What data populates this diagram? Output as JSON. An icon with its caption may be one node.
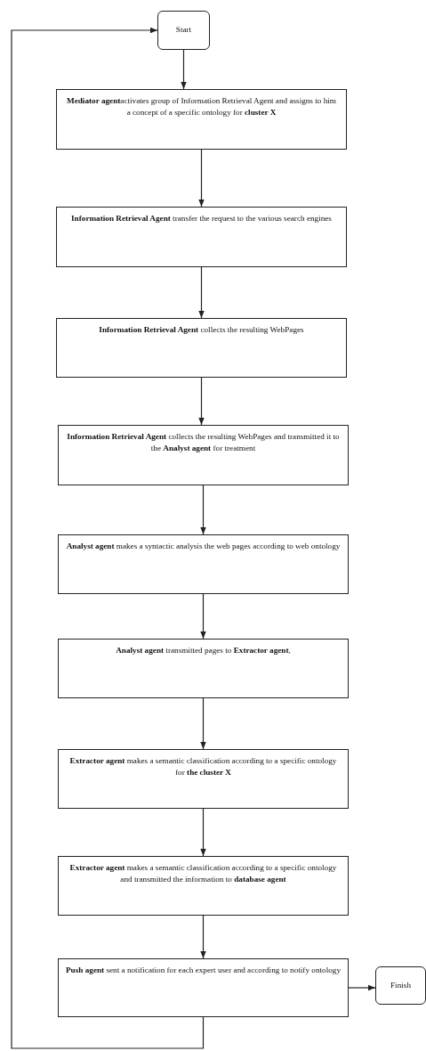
{
  "diagram": {
    "nodes": [
      {
        "text": [
          "Start"
        ]
      },
      {
        "text": [
          "**Mediator agent**activates group of Information Retrieval Agent and assigns to him a concept of a specific ontology for **cluster X**"
        ]
      },
      {
        "text": [
          "**Information Retrieval Agent** transfer the request to the various search engines"
        ]
      },
      {
        "text": [
          "**Information Retrieval Agent** collects the resulting WebPages"
        ]
      },
      {
        "text": [
          "**Information Retrieval Agent** collects the resulting WebPages and transmitted it to the **Analyst agent** for treatment"
        ]
      },
      {
        "text": [
          "**Analyst agent** makes a syntactic analysis the web pages according to web ontology"
        ]
      },
      {
        "text": [
          "**Analyst agent** transmitted pages to **Extractor agent**,"
        ]
      },
      {
        "text": [
          "**Extractor agent** makes a semantic classification according to a specific ontology for **the cluster X**"
        ]
      },
      {
        "text": [
          "**Extractor agent** makes a semantic classification according to a specific ontology and transmitted the information to **database agent**"
        ]
      },
      {
        "text": [
          "**Push agent** sent a notification for each expert user and according to notify ontology"
        ]
      },
      {
        "text": [
          "Finish"
        ]
      }
    ],
    "edges": [
      {
        "from": 0,
        "to": 1,
        "arrow": "to"
      },
      {
        "from": 1,
        "to": 2,
        "arrow": "to"
      },
      {
        "from": 2,
        "to": 3,
        "arrow": "to"
      },
      {
        "from": 3,
        "to": 4,
        "arrow": "to"
      },
      {
        "from": 4,
        "to": 5,
        "arrow": "to"
      },
      {
        "from": 5,
        "to": 6,
        "arrow": "to"
      },
      {
        "from": 6,
        "to": 7,
        "arrow": "to"
      },
      {
        "from": 7,
        "to": 8,
        "arrow": "to"
      },
      {
        "from": 8,
        "to": 9,
        "arrow": "to"
      },
      {
        "from": 9,
        "to": 10,
        "arrow": "to"
      },
      {
        "from": 9,
        "to": 0,
        "arrow": "to"
      }
    ]
  }
}
